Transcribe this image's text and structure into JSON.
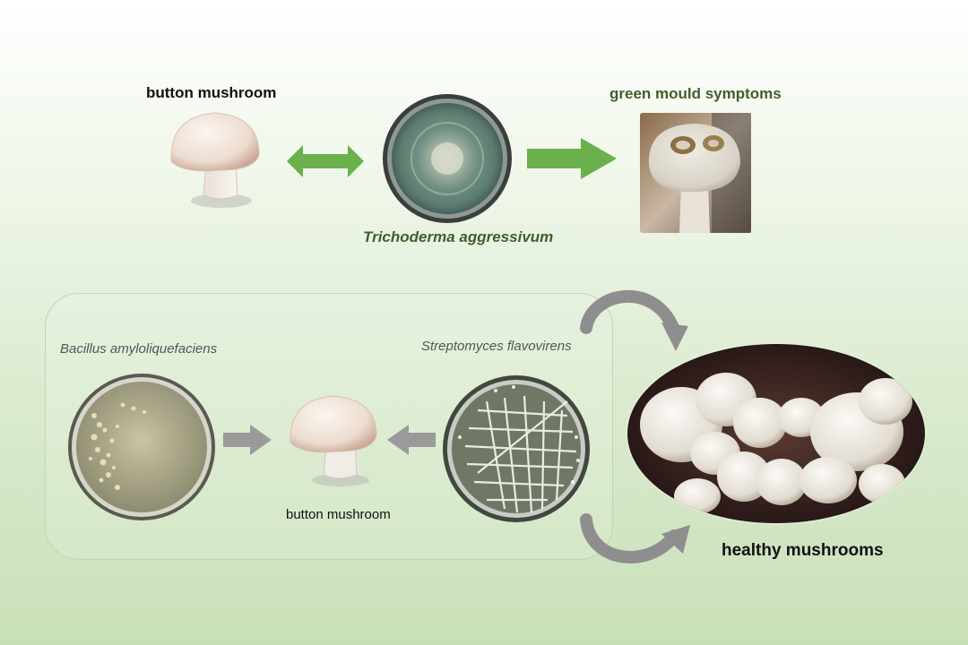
{
  "top": {
    "mushroom_label": "button mushroom",
    "pathogen_label": "Trichoderma aggressivum",
    "symptoms_label": "green mould symptoms"
  },
  "bottom": {
    "bacillus_label": "Bacillus  amyloliquefaciens",
    "streptomyces_label": "Streptomyces  flavovirens",
    "mushroom_label": "button mushroom",
    "result_label": "healthy mushrooms"
  },
  "colors": {
    "green_arrow": "#6ab04c",
    "gray_arrow": "#9a9a9a",
    "label_green": "#3f5f2a"
  }
}
